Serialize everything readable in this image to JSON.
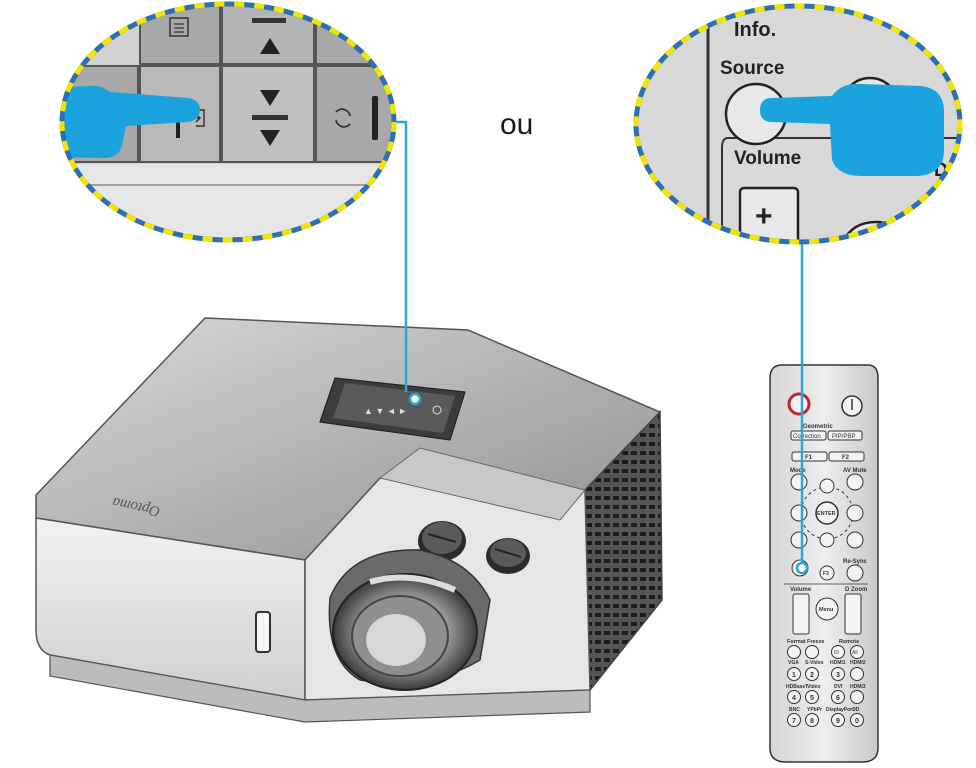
{
  "separator_word": "ou",
  "brand": "Optoma",
  "remote_zoom": {
    "info_label": "Info.",
    "source_label": "Source",
    "volume_label": "Volume",
    "edge_letter": "D"
  },
  "remote_labels": {
    "geometric": "Geometric",
    "correction": "Correction",
    "pip": "PIP/PBP",
    "f1": "F1",
    "f2": "F2",
    "mode": "Mode",
    "av_mute": "AV Mute",
    "enter": "ENTER",
    "re_sync": "Re-Sync",
    "f3": "F3",
    "volume": "Volume",
    "dzoom": "D Zoom",
    "menu": "Menu",
    "format": "Format",
    "freeze": "Freeze",
    "remote": "Remote",
    "id": "ID",
    "all": "All",
    "row1": [
      "VGA",
      "S-Video",
      "HDMI1",
      "HDMI2"
    ],
    "row2": [
      "HDBaseT",
      "Video",
      "DVI",
      "HDMI3"
    ],
    "row3": [
      "BNC",
      "YPbPr",
      "DisplayPort",
      "3D"
    ],
    "nums": [
      "1",
      "2",
      "3",
      "",
      "4",
      "5",
      "6",
      "",
      "7",
      "8",
      "9",
      "0"
    ]
  },
  "colors": {
    "callout_line": "#2aa7d8",
    "hand": "#1aa3dc",
    "ring_blue": "#2c6fb4",
    "ring_yellow": "#f2e600"
  }
}
